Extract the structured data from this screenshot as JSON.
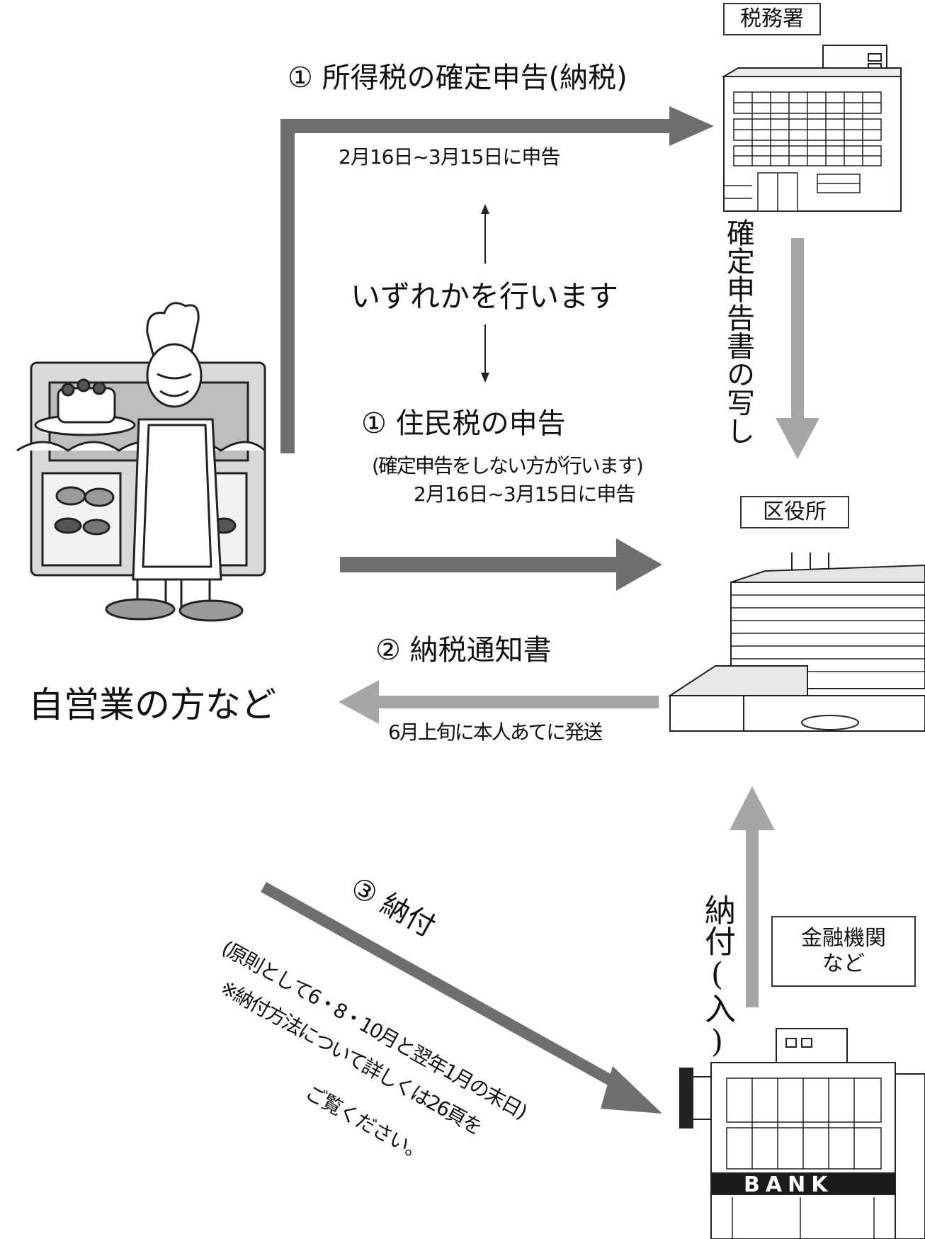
{
  "places": {
    "tax_office": "税務署",
    "ward_office": "区役所",
    "financial_institution_line1": "金融機関",
    "financial_institution_line2": "など"
  },
  "person": {
    "label": "自営業の方など"
  },
  "bank_sign": "BANK",
  "flow": {
    "step1_income": {
      "title": "① 所得税の確定申告(納税)",
      "period": "2月16日~3月15日に申告"
    },
    "either": "いずれかを行います",
    "step1_resident": {
      "title": "① 住民税の申告",
      "note": "(確定申告をしない方が行います)",
      "period": "2月16日~3月15日に申告"
    },
    "copy_of_return": "確定申告書の写し",
    "step2": {
      "title": "② 納税通知書",
      "note": "6月上旬に本人あてに発送"
    },
    "payment_in": "納付(入)",
    "step3": {
      "title": "③ 納付",
      "note1": "(原則として6・8・10月と翌年1月の末日)",
      "note2": "※納付方法について詳しくは26頁を",
      "note3": "ご覧ください。"
    }
  },
  "colors": {
    "dark_arrow": "#6e6e6e",
    "light_arrow": "#a6a6a6",
    "line": "#222222"
  }
}
